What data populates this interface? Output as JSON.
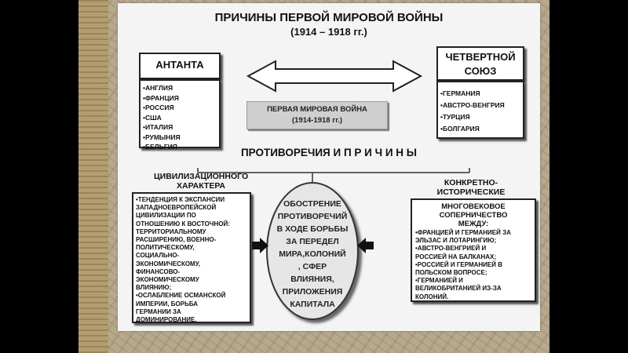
{
  "title": {
    "line1": "ПРИЧИНЫ ПЕРВОЙ МИРОВОЙ ВОЙНЫ",
    "line2": "(1914 – 1918 гг.)"
  },
  "entente": {
    "title": "АНТАНТА",
    "members": [
      "АНГЛИЯ",
      "ФРАНЦИЯ",
      "РОССИЯ",
      "США",
      "ИТАЛИЯ",
      "РУМЫНИЯ",
      "БЕЛЬГИЯ"
    ]
  },
  "quadruple": {
    "title_line1": "ЧЕТВЕРТНОЙ",
    "title_line2": "СОЮЗ",
    "members": [
      "ГЕРМАНИЯ",
      "АВСТРО-ВЕНГРИЯ",
      "ТУРЦИЯ",
      "БОЛГАРИЯ"
    ]
  },
  "war": {
    "line1": "ПЕРВАЯ МИРОВАЯ ВОЙНА",
    "line2": "(1914-1918 гг.)"
  },
  "contradictions": "ПРОТИВОРЕЧИЯ И П Р И Ч И Н Ы",
  "civil": {
    "heading_line1": "ЦИВИЛИЗАЦИОННОГО",
    "heading_line2": "ХАРАКТЕРА",
    "lines": [
      "•ТЕНДЕНЦИЯ К ЭКСПАНСИИ",
      "ЗАПАДНОЕВРОПЕЙСКОЙ",
      "ЦИВИЛИЗАЦИИ ПО",
      "ОТНОШЕНИЮ К ВОСТОЧНОЙ:",
      "ТЕРРИТОРИАЛЬНОМУ",
      "РАСШИРЕНИЮ, ВОЕННО-",
      "ПОЛИТИЧЕСКОМУ,",
      "СОЦИАЛЬНО-",
      "ЭКОНОМИЧЕСКОМУ,",
      "ФИНАНСОВО-",
      "ЭКОНОМИЧЕСКОМУ",
      "ВЛИЯНИЮ;",
      "•ОСЛАБЛЕНИЕ ОСМАНСКОЙ",
      "ИМПЕРИИ, БОРЬБА",
      "ГЕРМАНИИ ЗА",
      "ДОМИНИРОВАНИЕ."
    ]
  },
  "center": {
    "lines": [
      "ОБОСТРЕНИЕ",
      "ПРОТИВОРЕЧИЙ",
      "В ХОДЕ БОРЬБЫ",
      "ЗА ПЕРЕДЕЛ",
      "МИРА,КОЛОНИЙ",
      ", СФЕР",
      "ВЛИЯНИЯ,",
      "ПРИЛОЖЕНИЯ",
      "КАПИТАЛА"
    ]
  },
  "concrete": {
    "heading_line1": "КОНКРЕТНО-",
    "heading_line2": "ИСТОРИЧЕСКИЕ",
    "head_lines": [
      "МНОГОВЕКОВОЕ",
      "СОПЕРНИЧЕСТВО",
      "МЕЖДУ:"
    ],
    "lines": [
      "•ФРАНЦИЕЙ И ГЕРМАНИЕЙ ЗА",
      "ЭЛЬЗАС И ЛОТАРИНГИЮ;",
      "•АВСТРО-ВЕНГРИЕЙ И",
      "РОССИЕЙ НА БАЛКАНАХ;",
      "•РОССИЕЙ И ГЕРМАНИЕЙ В",
      "ПОЛЬСКОМ ВОПРОСЕ;",
      "•ГЕРМАНИЕЙ И",
      "ВЕЛИКОБРИТАНИЕЙ ИЗ-ЗА",
      "КОЛОНИЙ."
    ]
  }
}
